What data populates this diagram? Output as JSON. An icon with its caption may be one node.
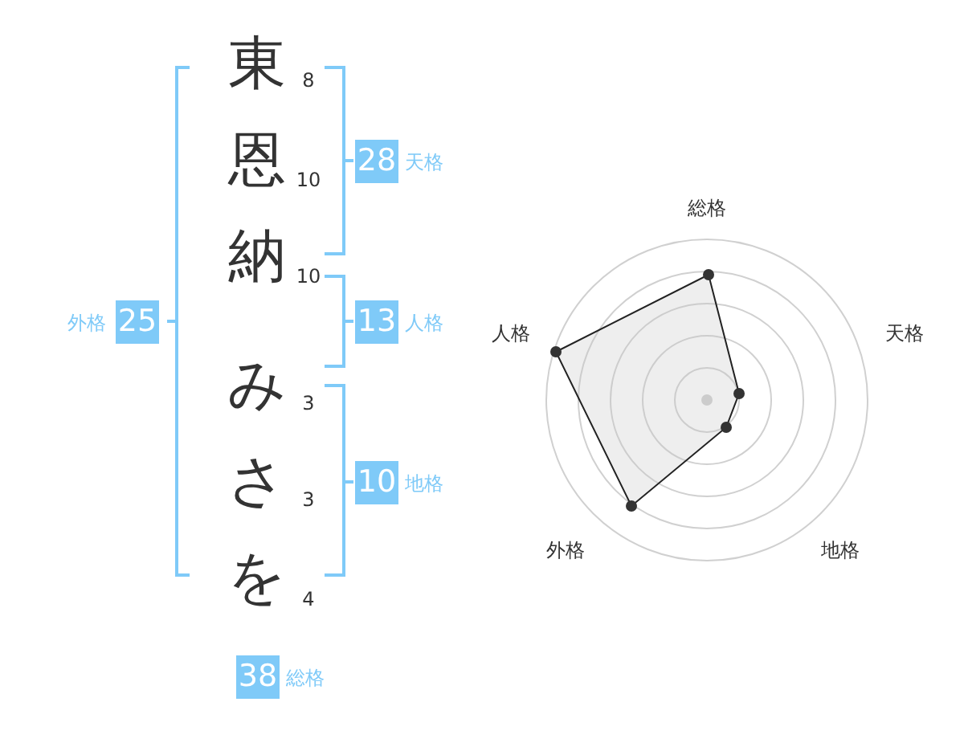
{
  "diagram": {
    "nodes": [
      {
        "text": [
          "28"
        ],
        "beside": [
          "天格"
        ]
      },
      {
        "text": [
          "25"
        ],
        "beside": [
          "外格"
        ]
      },
      {
        "text": [
          "13"
        ],
        "beside": [
          "人格"
        ]
      },
      {
        "text": [
          "10"
        ],
        "beside": [
          "地格"
        ]
      },
      {
        "text": [
          "38"
        ],
        "beside": [
          "総格"
        ]
      }
    ],
    "labels": [
      "東",
      "8",
      "恩",
      "10",
      "納",
      "10",
      "み",
      "3",
      "さ",
      "3",
      "を",
      "4",
      "総格",
      "人格",
      "天格",
      "外格",
      "地格"
    ]
  }
}
